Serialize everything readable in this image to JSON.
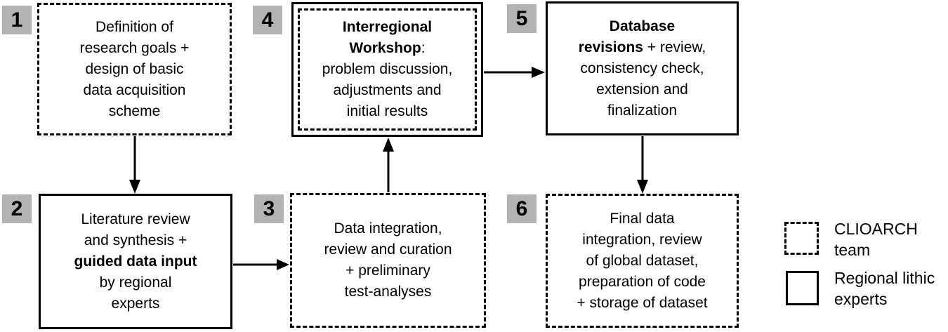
{
  "diagram": {
    "type": "flowchart",
    "boxes": [
      {
        "number": "1",
        "border": "dashed",
        "team": "CLIOARCH team",
        "lines": [
          "Definition of",
          "research goals +",
          "design of basic",
          "data acquisition",
          "scheme"
        ]
      },
      {
        "number": "2",
        "border": "solid",
        "team": "Regional lithic experts",
        "lines": [
          "Literature review",
          "and synthesis +",
          "guided data input",
          "by regional",
          "experts"
        ]
      },
      {
        "number": "3",
        "border": "dashed",
        "team": "CLIOARCH team",
        "lines": [
          "Data integration,",
          "review and curation",
          "+ preliminary",
          "test-analyses"
        ]
      },
      {
        "number": "4",
        "border": "solid-with-inner-dashed",
        "team": "both",
        "lines": [
          "Interregional",
          [
            "Workshop",
            ":"
          ],
          "problem discussion,",
          "adjustments and",
          "initial results"
        ]
      },
      {
        "number": "5",
        "border": "solid",
        "team": "Regional lithic experts",
        "lines": [
          "Database",
          [
            "revisions",
            " + review,"
          ],
          "consistency check,",
          "extension and",
          "finalization"
        ]
      },
      {
        "number": "6",
        "border": "dashed",
        "team": "CLIOARCH team",
        "lines": [
          "Final data",
          "integration, review",
          "of global dataset,",
          "preparation of code",
          "+ storage of dataset"
        ]
      }
    ],
    "arrows": [
      {
        "from": "1",
        "to": "2",
        "direction": "down"
      },
      {
        "from": "2",
        "to": "3",
        "direction": "right"
      },
      {
        "from": "3",
        "to": "4",
        "direction": "up"
      },
      {
        "from": "4",
        "to": "5",
        "direction": "right"
      },
      {
        "from": "5",
        "to": "6",
        "direction": "down"
      }
    ],
    "legend": {
      "items": [
        {
          "swatch": "dashed",
          "lines": [
            "CLIOARCH",
            "team"
          ]
        },
        {
          "swatch": "solid",
          "lines": [
            "Regional lithic",
            "experts"
          ]
        }
      ]
    },
    "colors": {
      "background": "#ffffff",
      "box_border": "#000000",
      "badge_background": "#b3b3b3",
      "text": "#000000"
    }
  }
}
